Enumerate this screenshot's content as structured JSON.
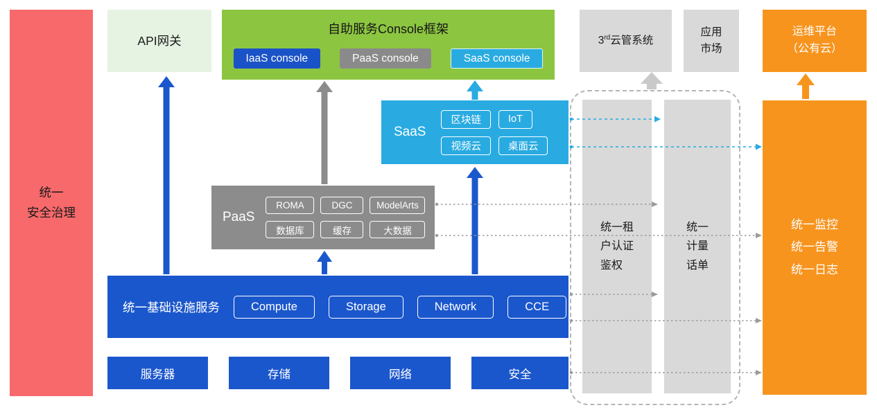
{
  "colors": {
    "blue": "#1B57CC",
    "green": "#8CC641",
    "light_green": "#E6F3E3",
    "cyan": "#29ABE2",
    "gray": "#8C8C8C",
    "light_gray": "#D9D9D9",
    "orange": "#F7941E",
    "red": "#F7696B"
  },
  "security_bar": {
    "label": "统一\n安全治理"
  },
  "api_gateway": {
    "label": "API网关"
  },
  "console_framework": {
    "title": "自助服务Console框架",
    "iaas_button": "IaaS console",
    "paas_button": "PaaS console",
    "saas_button": "SaaS console"
  },
  "third_cloud_mgmt": {
    "prefix": "3",
    "sup": "rd",
    "suffix": "云管系统"
  },
  "app_market": {
    "label": "应用\n市场"
  },
  "ops_platform": {
    "label": "运维平台\n（公有云）"
  },
  "saas_box": {
    "label": "SaaS",
    "items": [
      "区块链",
      "IoT",
      "视频云",
      "桌面云"
    ]
  },
  "paas_box": {
    "label": "PaaS",
    "items": [
      "ROMA",
      "DGC",
      "ModelArts",
      "数据库",
      "缓存",
      "大数据"
    ]
  },
  "infra_box": {
    "label": "统一基础设施服务",
    "items": [
      "Compute",
      "Storage",
      "Network",
      "CCE"
    ]
  },
  "hardware_row": {
    "items": [
      "服务器",
      "存储",
      "网络",
      "安全"
    ]
  },
  "auth_bar": {
    "label": "统一租\n户认证\n鉴权"
  },
  "metering_bar": {
    "label": "统一\n计量\n话单"
  },
  "monitoring_bar": {
    "label": "统一监控\n统一告警\n统一日志"
  }
}
